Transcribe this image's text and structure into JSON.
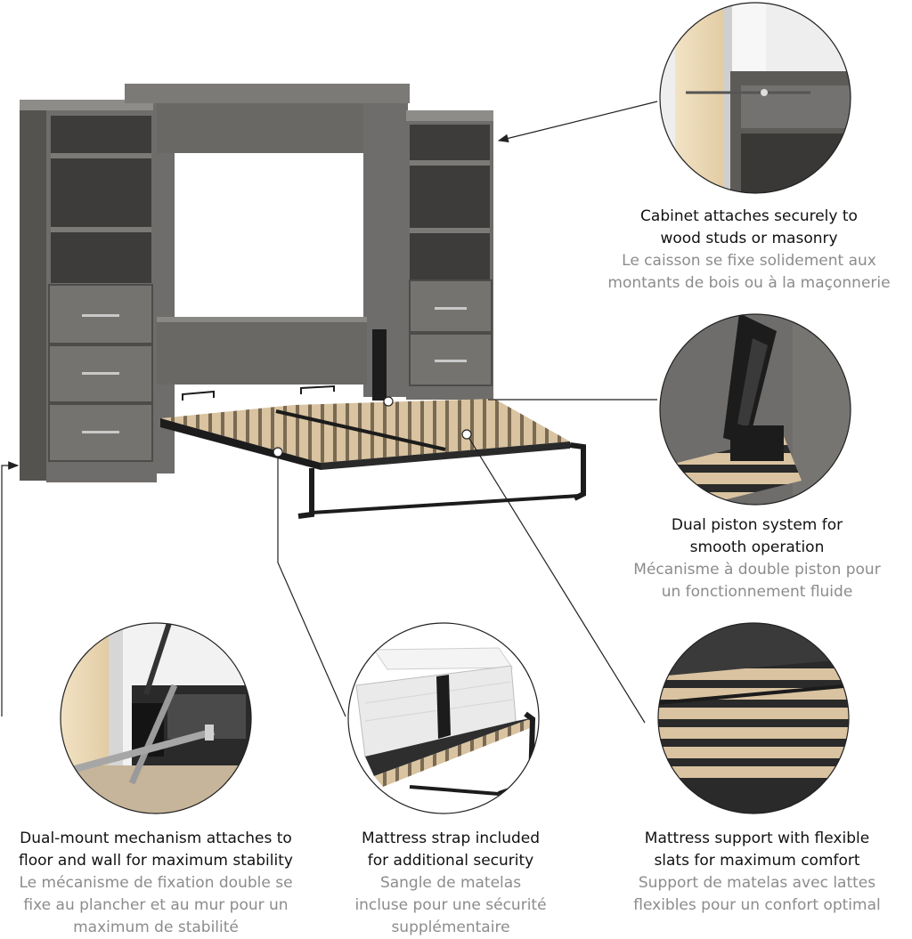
{
  "colors": {
    "cabinet": "#6f6d6b",
    "cabinet_dark": "#4e4c4a",
    "cabinet_light": "#8e8c89",
    "slat": "#d9c3a0",
    "metal": "#1c1c1c",
    "line": "#222222",
    "wood_stud": "#ead8b6",
    "english_text": "#111111",
    "french_text": "#8c8c8c"
  },
  "icons": [
    "product-illustration",
    "detail-circle",
    "callout-arrow",
    "callout-dot"
  ],
  "callouts": {
    "cabinet_attach": {
      "en": "Cabinet attaches securely to\nwood studs or masonry",
      "fr": "Le caisson se fixe solidement aux\nmontants de bois ou à la maçonnerie"
    },
    "piston": {
      "en": "Dual piston system for\nsmooth operation",
      "fr": "Mécanisme à double piston pour\nun fonctionnement fluide"
    },
    "dual_mount": {
      "en": "Dual-mount mechanism attaches to\nfloor and wall for maximum stability",
      "fr": "Le mécanisme de fixation double se\nfixe au plancher et au mur pour un\nmaximum de stabilité"
    },
    "strap": {
      "en": "Mattress strap included\nfor additional security",
      "fr": "Sangle de matelas\nincluse pour une sécurité\nsupplémentaire"
    },
    "slats": {
      "en": "Mattress support with flexible\nslats for maximum comfort",
      "fr": "Support de matelas avec lattes\nflexibles pour un confort optimal"
    }
  }
}
